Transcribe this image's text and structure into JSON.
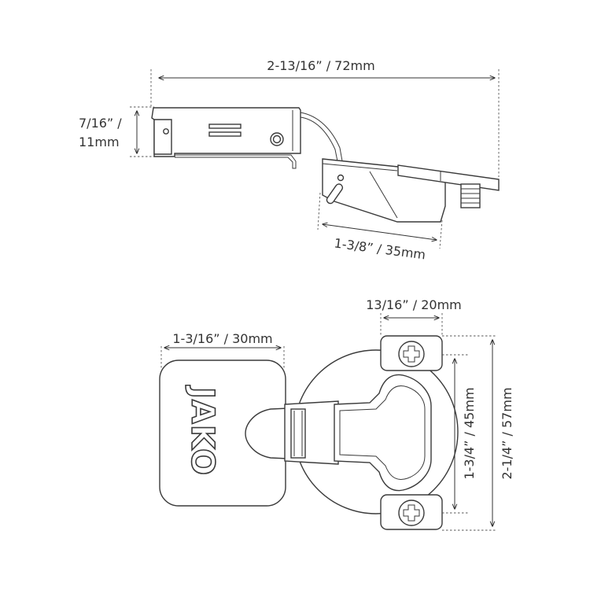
{
  "dimensions": {
    "overall_length": "2-13/16” / 72mm",
    "side_height": "7/16” /",
    "side_height_mm": "11mm",
    "cup_width_side": "1-3/8” / 35mm",
    "screw_plate_width": "13/16” / 20mm",
    "door_plate_width": "1-3/16” / 30mm",
    "screw_spacing": "1-3/4” / 45mm",
    "plate_height": "2-1/4” / 57mm"
  },
  "brand": {
    "logo_text": "JAKO"
  },
  "colors": {
    "line": "#3a3a3a",
    "background": "#ffffff"
  }
}
